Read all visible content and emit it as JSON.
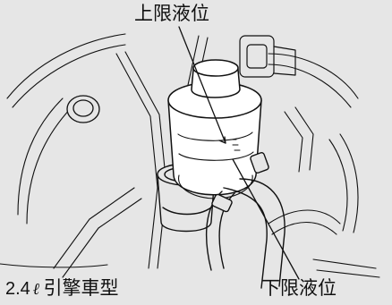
{
  "labels": {
    "upper_level": "上限液位",
    "lower_level": "下限液位"
  },
  "caption": {
    "displacement": "2.4",
    "unit": "ℓ",
    "engine_type": "引擎車型"
  },
  "colors": {
    "background": "#e6e6e6",
    "reservoir_fill": "#ffffff",
    "line": "#111111"
  }
}
